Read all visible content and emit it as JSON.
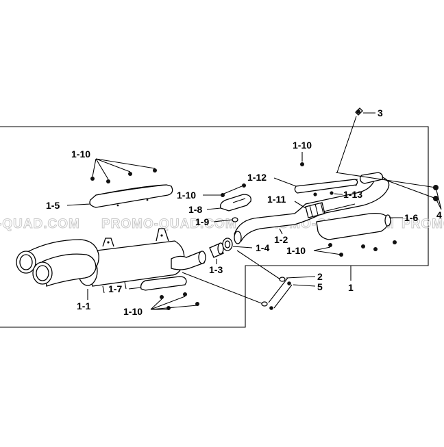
{
  "watermark": {
    "left": "-QUAD.COM",
    "center_left": "PROMO-QUAD.COM",
    "center_right": "PROMO-QUAD.COM",
    "right": "PROMO"
  },
  "callouts": {
    "c1": "1",
    "c1_1": "1-1",
    "c1_2": "1-2",
    "c1_3": "1-3",
    "c1_4": "1-4",
    "c1_5": "1-5",
    "c1_6": "1-6",
    "c1_7": "1-7",
    "c1_8": "1-8",
    "c1_9": "1-9",
    "c1_10": "1-10",
    "c1_11": "1-11",
    "c1_12": "1-12",
    "c1_13": "1-13",
    "c2": "2",
    "c3": "3",
    "c4": "4",
    "c5": "5"
  }
}
